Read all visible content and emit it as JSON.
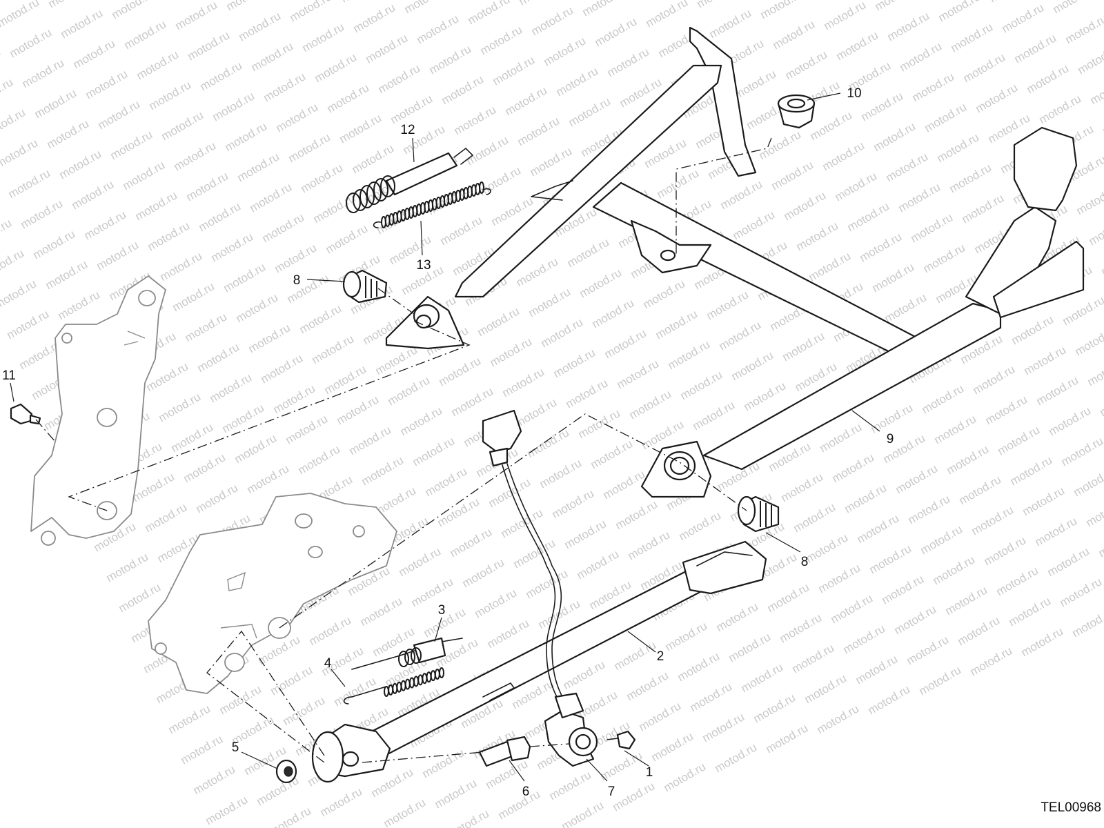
{
  "watermark": "motod.ru",
  "drawing_code": "TEL00968",
  "callouts": [
    "1",
    "2",
    "3",
    "4",
    "5",
    "6",
    "7",
    "8",
    "8",
    "9",
    "10",
    "11",
    "12",
    "13"
  ]
}
